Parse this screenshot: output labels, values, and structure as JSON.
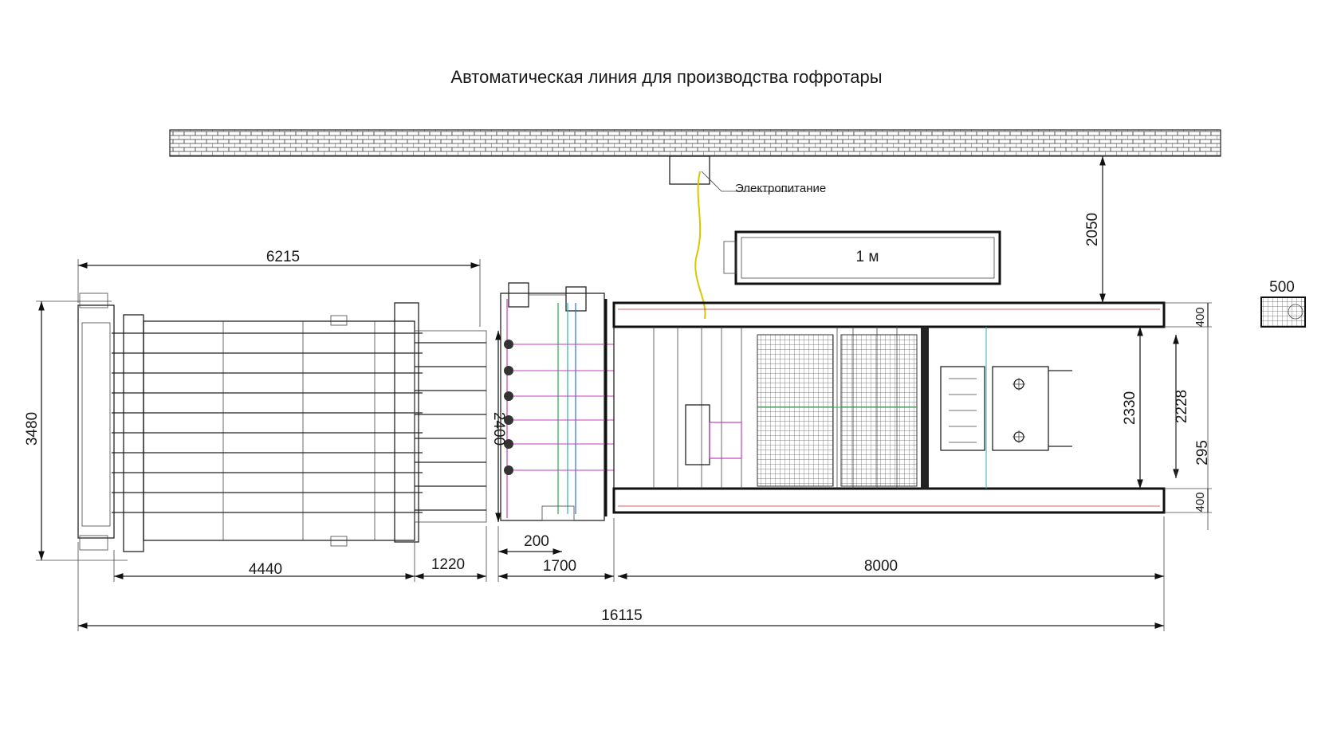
{
  "title": "Автоматическая линия для производства гофротары",
  "labels": {
    "power": "Электропитание",
    "one_meter": "1 м"
  },
  "dimensions": {
    "overall_length": "16115",
    "feeder_length": "6215",
    "feeder_body": "4440",
    "section_1220": "1220",
    "section_1700": "1700",
    "conveyor_length": "8000",
    "gap_200": "200",
    "overall_height": "3480",
    "inner_height": "2400",
    "wall_distance": "2050",
    "conveyor_width": "2330",
    "width_2228": "2228",
    "offset_295": "295",
    "rail_top": "400",
    "rail_bottom": "400",
    "pallet": "500"
  },
  "colors": {
    "line": "#222222",
    "magenta": "#c040c0",
    "green": "#2aa84a",
    "blue": "#3070d0",
    "cyan": "#30b0c0",
    "yellow": "#d8c800",
    "red": "#c03030"
  }
}
